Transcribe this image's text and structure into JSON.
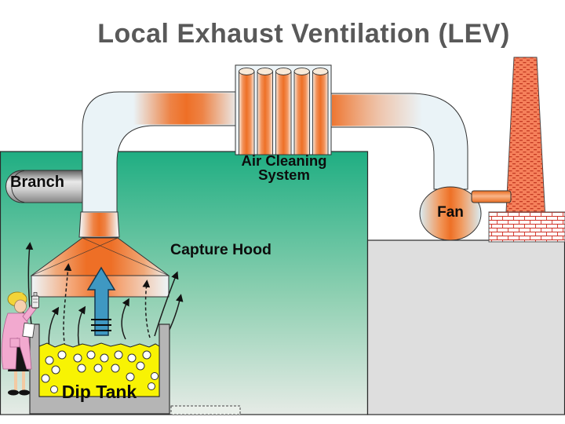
{
  "title": "Local Exhaust Ventilation (LEV)",
  "labels": {
    "branch": "Branch",
    "air_cleaning": "Air Cleaning System",
    "fan": "Fan",
    "capture_hood": "Capture Hood",
    "dip_tank": "Dip Tank"
  },
  "colors": {
    "title_text": "#595959",
    "label_text": "#0d0d0d",
    "green_top": "#1fae82",
    "green_bottom": "#e6ebe6",
    "duct_body": "#eaf3f7",
    "flow_orange": "#ee6f26",
    "chimney_salmon": "#f6815b",
    "brick_red": "#d03024",
    "platform_gray": "#dedede",
    "tank_gray": "#b5b5b5",
    "liquid_yellow": "#f8f303",
    "contaminant_arrow_blue": "#3f98c2",
    "branch_duct_gray": "#9a9a9a",
    "worker_coat_pink": "#f2a9cf"
  }
}
